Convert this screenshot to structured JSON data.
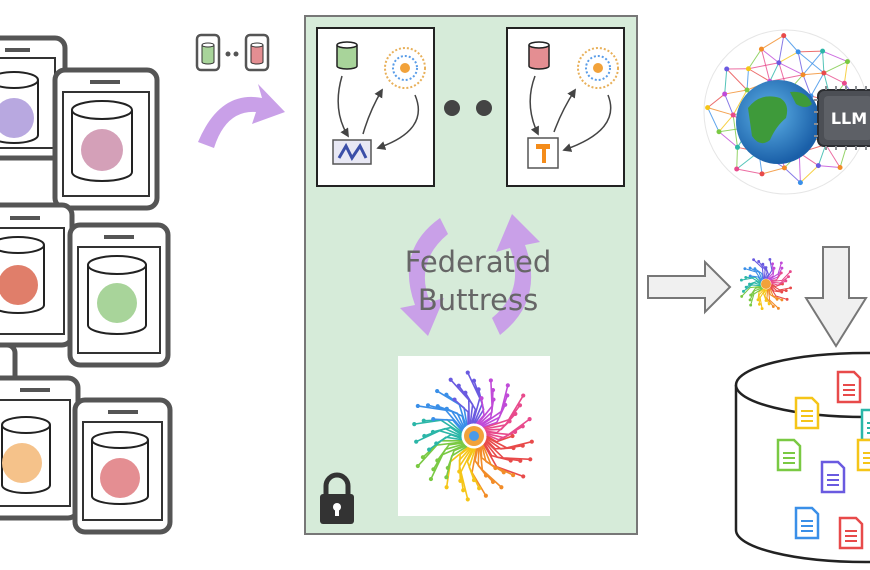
{
  "diagram": {
    "central_label_line1": "Federated",
    "central_label_line2": "Buttress",
    "llm_chip_label": "LLM",
    "phone_db_colors": [
      "#b8a8e0",
      "#d4a0b8",
      "#e07e6a",
      "#a8d49a",
      "#f5c28a",
      "#e48e92"
    ],
    "panel_fill": "#d6ebd9",
    "arrow_purple": "#c9a0e8",
    "icons": [
      "phone-icon",
      "database-icon",
      "neural-brain-icon",
      "jax-logo-icon",
      "tensorflow-logo-icon",
      "lock-icon",
      "globe-icon",
      "document-icon",
      "arrow-icon"
    ]
  }
}
